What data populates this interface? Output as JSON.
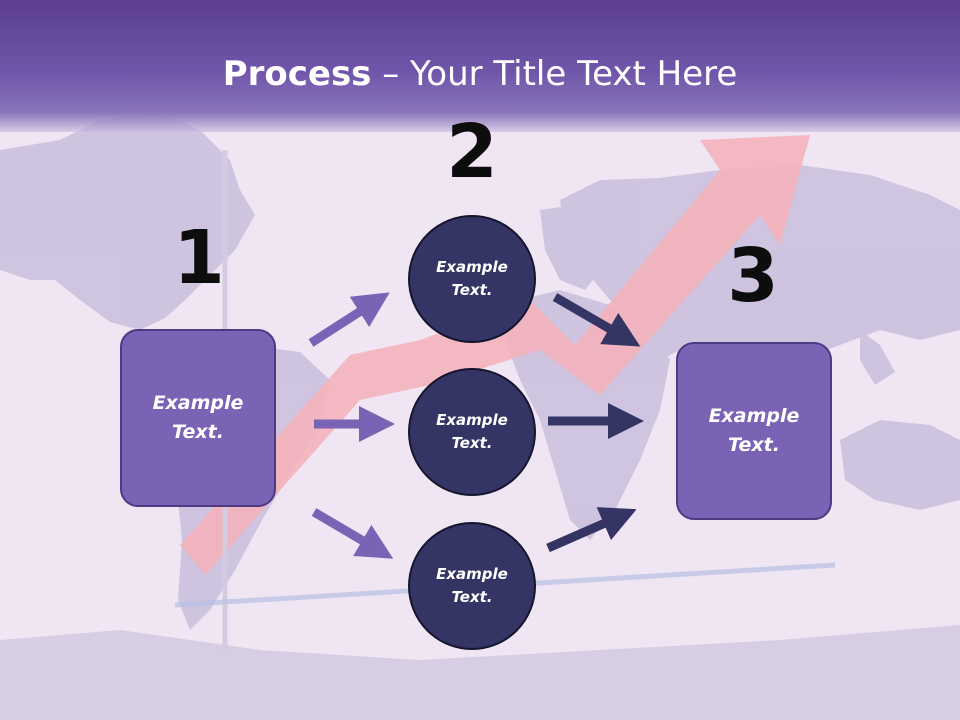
{
  "title": {
    "bold": "Process",
    "rest": " – Your Title Text Here"
  },
  "steps": [
    {
      "number": "1",
      "text": "Example Text."
    },
    {
      "number": "2",
      "circles": [
        "Example Text.",
        "Example Text.",
        "Example Text."
      ]
    },
    {
      "number": "3",
      "text": "Example Text."
    }
  ],
  "colors": {
    "header": "#7056aa",
    "box_fill": "#7a62b4",
    "circle_fill": "#343564",
    "arrow_light": "#7a62b4",
    "arrow_dark": "#343564"
  }
}
